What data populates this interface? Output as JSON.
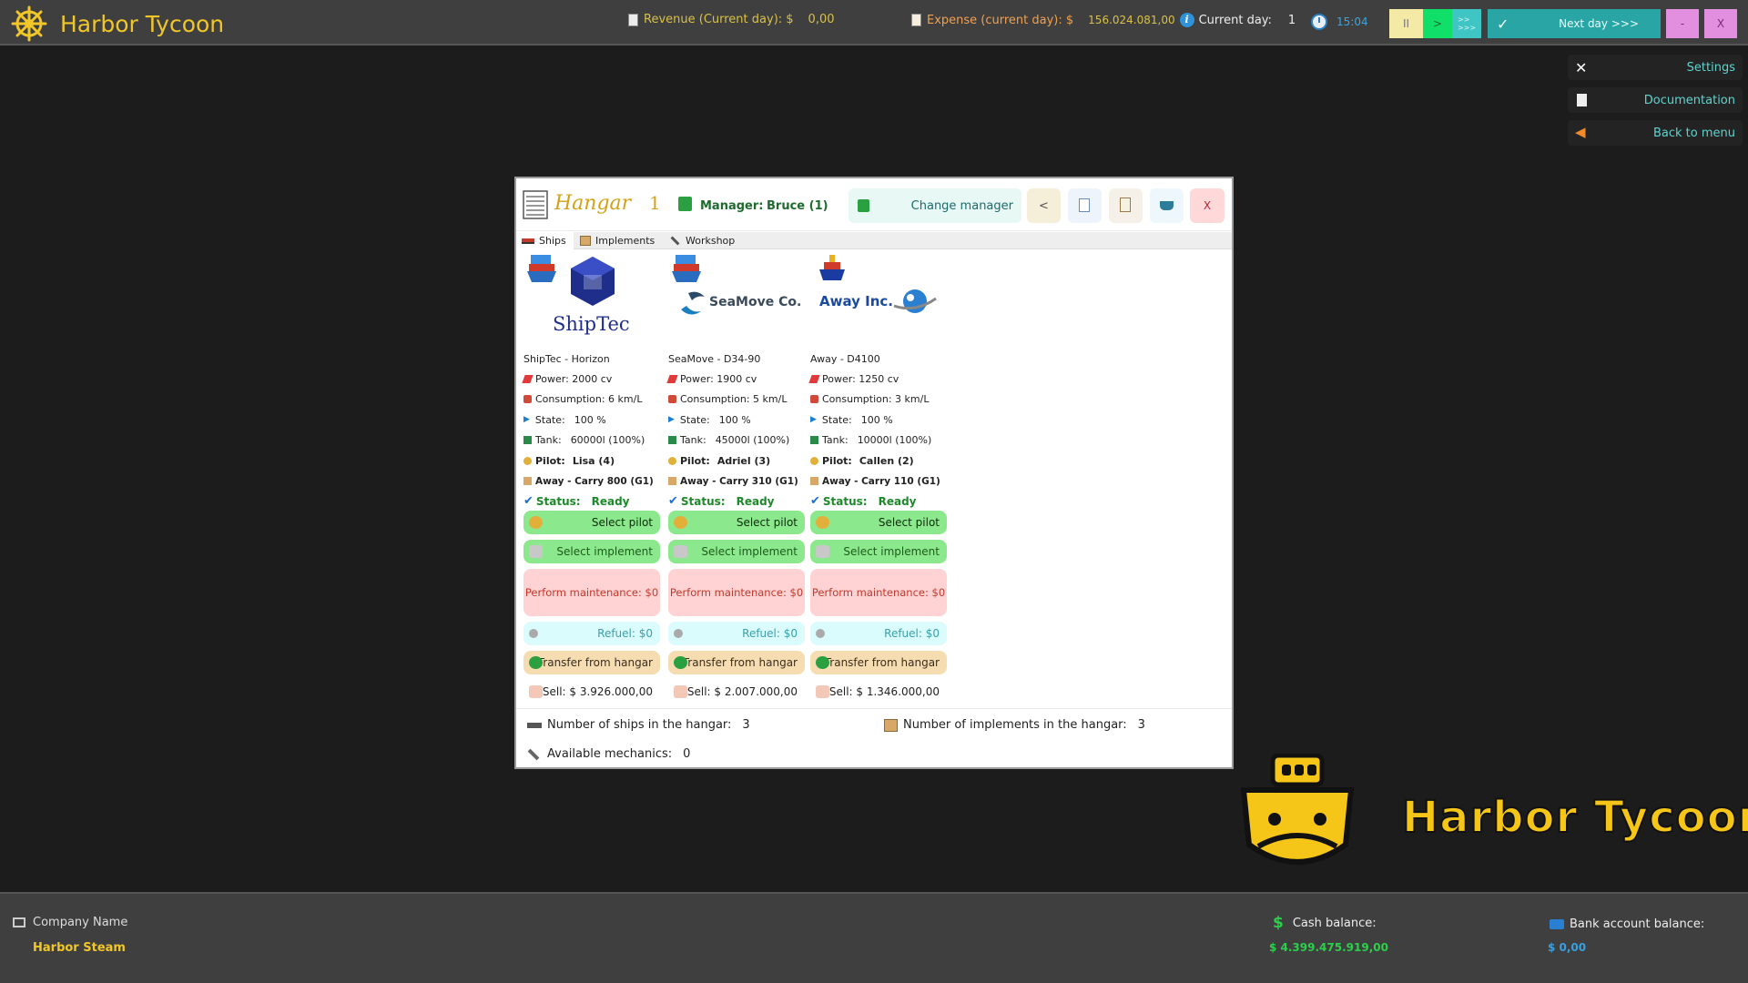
{
  "app": {
    "title": "Harbor Tycoon"
  },
  "topbar": {
    "revenue_label": "Revenue (Current day): $",
    "revenue_value": "0,00",
    "expense_label": "Expense (current day): $",
    "expense_value": "156.024.081,00",
    "day_label": "Current day:",
    "day_value": "1",
    "time": "15:04",
    "pause_label": "II",
    "play_label": ">",
    "fast_label": ">>\n>>>",
    "next_day_check": "✓",
    "next_day_label": "Next day >>>",
    "minimize_label": "-",
    "close_label": "X"
  },
  "right_menu": {
    "settings": "Settings",
    "documentation": "Documentation",
    "back": "Back to menu"
  },
  "hangar": {
    "title": "Hangar",
    "number": "1",
    "manager_label": "Manager:",
    "manager_name": "Bruce (1)",
    "change_manager": "Change manager",
    "back_btn": "<",
    "close_btn": "X",
    "tabs": [
      "Ships",
      "Implements",
      "Workshop"
    ],
    "ships": [
      {
        "logo": "ShipTec",
        "name": "ShipTec - Horizon",
        "power": "Power: 2000 cv",
        "consumption": "Consumption: 6 km/L",
        "state_label": "State:",
        "state_value": "100 %",
        "tank_label": "Tank:",
        "tank_value": "60000l (100%)",
        "pilot_label": "Pilot:",
        "pilot_value": "Lisa (4)",
        "implement": "Away - Carry 800 (G1)",
        "status_label": "Status:",
        "status_value": "Ready",
        "select_pilot": "Select pilot",
        "select_implement": "Select implement",
        "maintenance": "Perform maintenance: $0",
        "refuel": "Refuel: $0",
        "transfer": "Transfer from hangar",
        "sell": "Sell: $ 3.926.000,00"
      },
      {
        "logo": "SeaMove Co.",
        "name": "SeaMove - D34-90",
        "power": "Power: 1900 cv",
        "consumption": "Consumption: 5 km/L",
        "state_label": "State:",
        "state_value": "100 %",
        "tank_label": "Tank:",
        "tank_value": "45000l (100%)",
        "pilot_label": "Pilot:",
        "pilot_value": "Adriel (3)",
        "implement": "Away - Carry 310 (G1)",
        "status_label": "Status:",
        "status_value": "Ready",
        "select_pilot": "Select pilot",
        "select_implement": "Select implement",
        "maintenance": "Perform maintenance: $0",
        "refuel": "Refuel: $0",
        "transfer": "Transfer from hangar",
        "sell": "Sell: $ 2.007.000,00"
      },
      {
        "logo": "Away Inc.",
        "name": "Away - D4100",
        "power": "Power: 1250 cv",
        "consumption": "Consumption: 3 km/L",
        "state_label": "State:",
        "state_value": "100 %",
        "tank_label": "Tank:",
        "tank_value": "10000l (100%)",
        "pilot_label": "Pilot:",
        "pilot_value": "Callen (2)",
        "implement": "Away - Carry 110 (G1)",
        "status_label": "Status:",
        "status_value": "Ready",
        "select_pilot": "Select pilot",
        "select_implement": "Select implement",
        "maintenance": "Perform maintenance: $0",
        "refuel": "Refuel: $0",
        "transfer": "Transfer from hangar",
        "sell": "Sell: $ 1.346.000,00"
      }
    ],
    "footer": {
      "ships_label": "Number of ships in the hangar:",
      "ships_value": "3",
      "implements_label": "Number of implements in the hangar:",
      "implements_value": "3",
      "mechanics_label": "Available mechanics:",
      "mechanics_value": "0"
    }
  },
  "big_logo": {
    "text": "Harbor Tycoon"
  },
  "bottom": {
    "company_label": "Company Name",
    "company_value": "Harbor Steam",
    "cash_label": "Cash balance:",
    "cash_value": "$ 4.399.475.919,00",
    "bank_label": "Bank account balance:",
    "bank_value": "$ 0,00"
  },
  "colors": {
    "accent_gold": "#f1c629",
    "teal": "#2aa5a5",
    "revenue": "#d8c04a",
    "expense": "#f0a050",
    "ready_green": "#1d8a2a"
  },
  "icons": [
    "wheel-icon",
    "doc-icon",
    "info-icon",
    "clock-icon",
    "wrench-icon",
    "arrow-back-icon",
    "ship-icon",
    "box-icon",
    "pilot-icon",
    "check-icon",
    "fuel-icon",
    "transfer-icon",
    "hand-coin-icon"
  ]
}
